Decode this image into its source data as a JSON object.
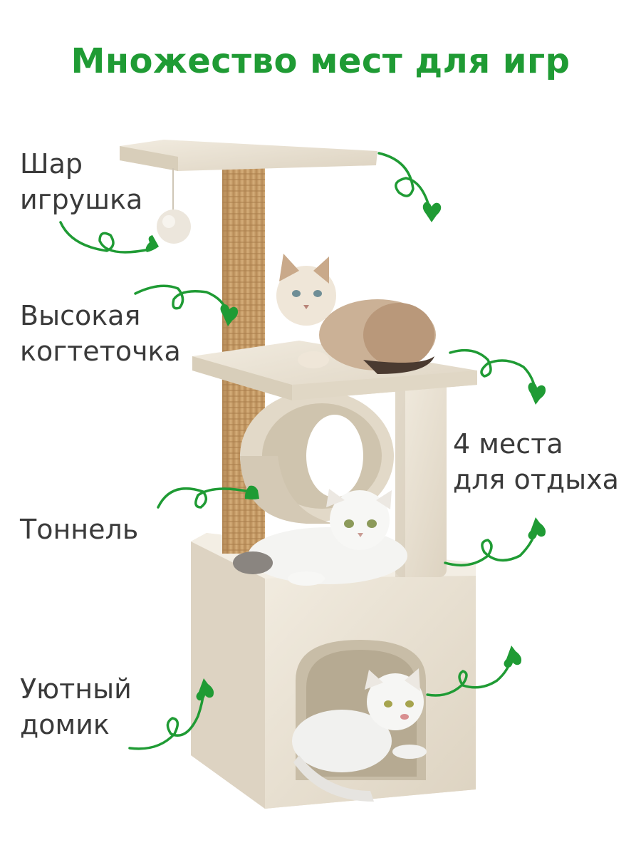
{
  "title": "Множество мест для игр",
  "labels": {
    "ball": [
      "Шар",
      "игрушка"
    ],
    "scratcher": [
      "Высокая",
      "когтеточка"
    ],
    "rest": [
      "4 места",
      "для отдыха"
    ],
    "tunnel": [
      "Тоннель"
    ],
    "house": [
      "Уютный",
      "домик"
    ]
  },
  "colors": {
    "title": "#1f9b34",
    "arrow": "#1f9b34",
    "text": "#3a3a3a",
    "plush": "#ece4d6",
    "plush_shade": "#d9cfbd",
    "sisal": "#c9a06c"
  },
  "icons": [
    "curly-arrow-heart-icon"
  ]
}
